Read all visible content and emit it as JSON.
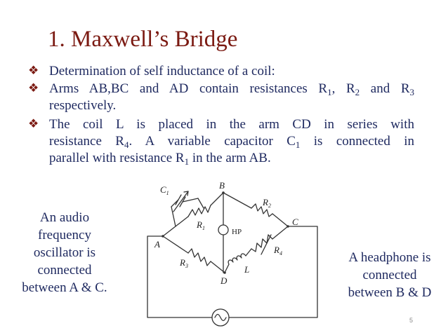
{
  "title": "1. Maxwell’s Bridge",
  "bullets": [
    {
      "icon": "diamond-bullet-icon",
      "parts": [
        "Determination of self inductance of a coil:"
      ]
    },
    {
      "icon": "diamond-bullet-icon",
      "line1": [
        "Arms AB,BC and AD contain resistances R",
        "1",
        ", R",
        "2",
        " and R",
        "3"
      ],
      "line2": "respectively."
    },
    {
      "icon": "diamond-bullet-icon",
      "line1": "The coil L is placed in the arm CD in series with",
      "line2": [
        "resistance R",
        "4",
        ". A variable capacitor C",
        "1",
        " is connected in"
      ],
      "line3": [
        "parallel with resistance R",
        "1",
        " in the arm AB."
      ]
    }
  ],
  "left_note": [
    "An audio",
    "frequency",
    "oscillator is",
    "connected",
    "between A & C."
  ],
  "right_note": [
    "A headphone is",
    "connected",
    "between B & D"
  ],
  "diagram": {
    "nodes": {
      "a": "A",
      "b": "B",
      "c": "C",
      "d": "D"
    },
    "components": {
      "c1": "C",
      "c1_sub": "1",
      "r1": "R",
      "r1_sub": "1",
      "r2": "R",
      "r2_sub": "2",
      "r3": "R",
      "r3_sub": "3",
      "r4": "R",
      "r4_sub": "4",
      "hp": "HP",
      "l": "L",
      "source_icon": "ac-source-icon"
    }
  },
  "page_number": "5",
  "colors": {
    "title": "#7b1a12",
    "bullet_text": "#1f2a60",
    "diamond": "#7b1a12",
    "diagram_ink": "#333333"
  }
}
